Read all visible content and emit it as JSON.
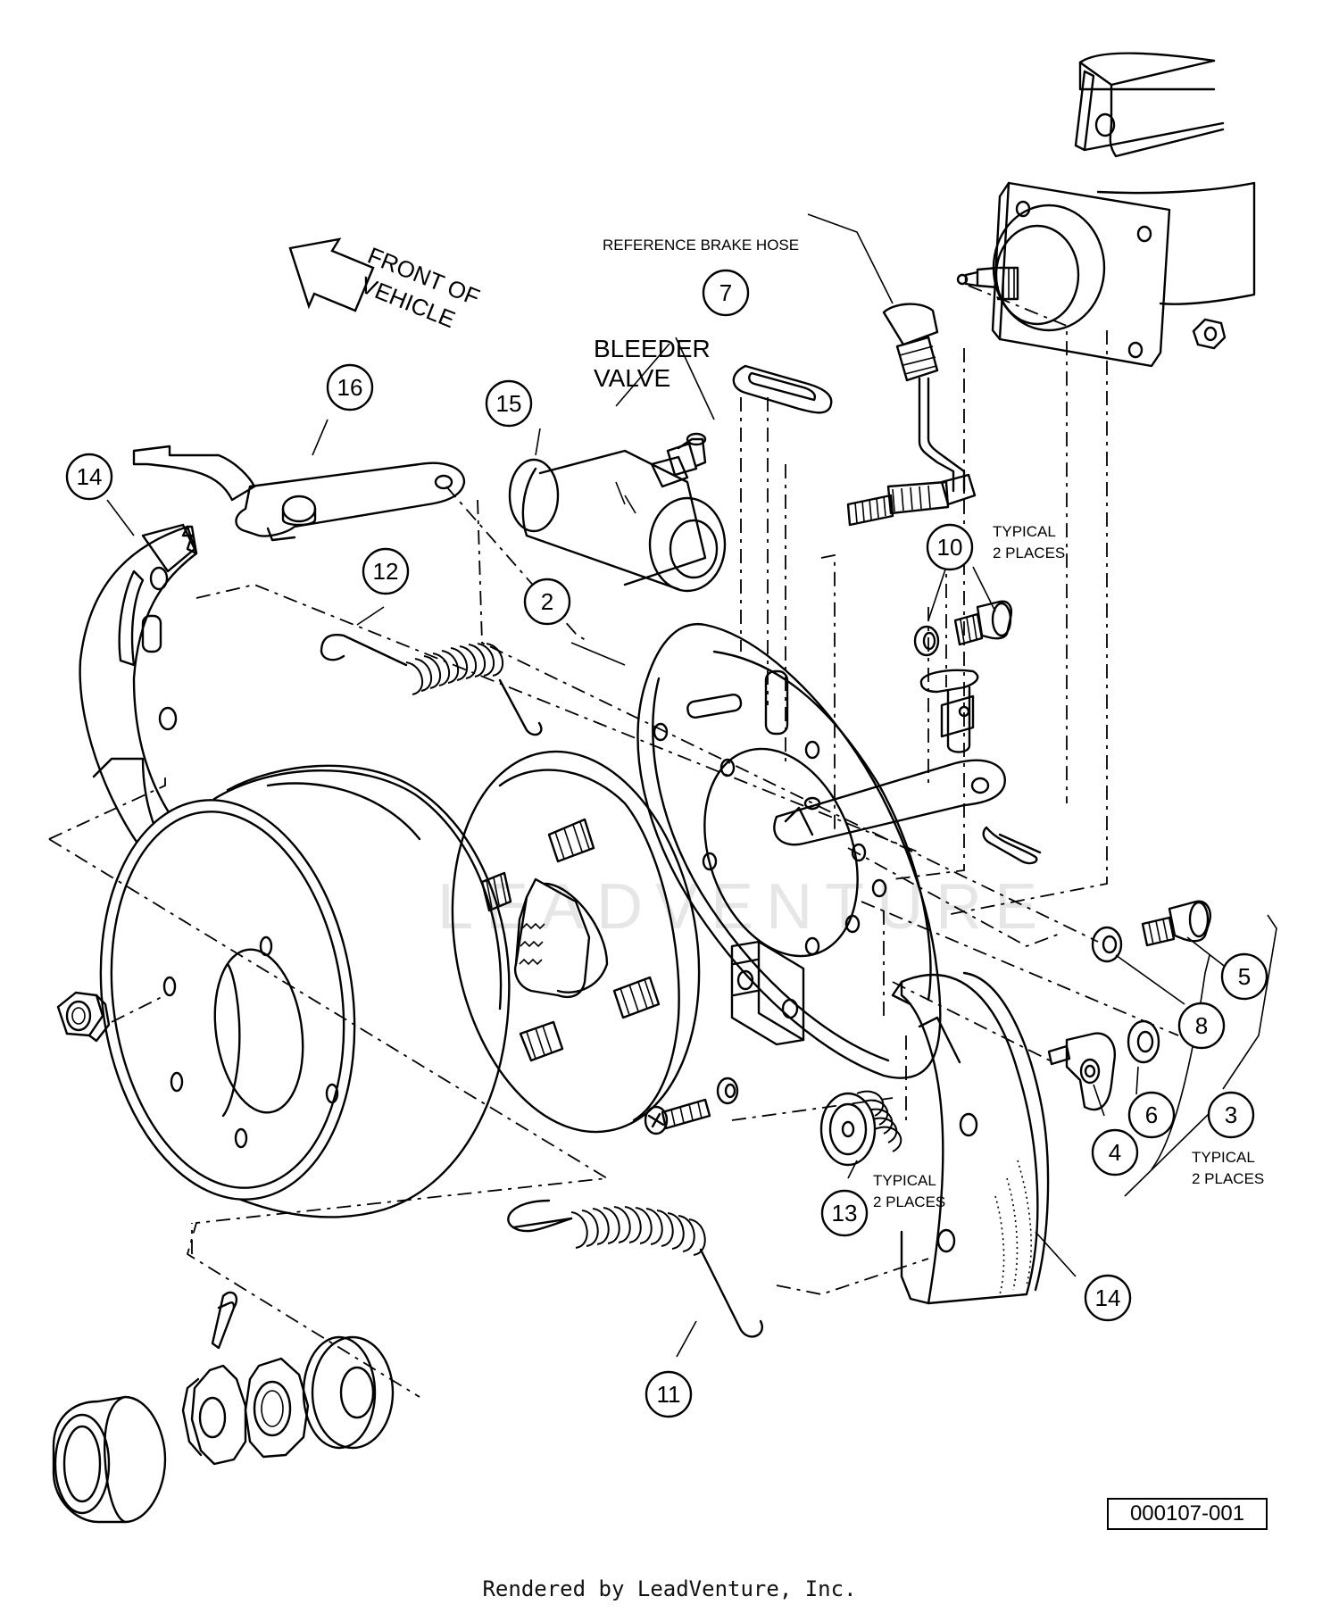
{
  "callouts": {
    "c2": "2",
    "c3": "3",
    "c4": "4",
    "c5": "5",
    "c6": "6",
    "c7": "7",
    "c8": "8",
    "c10": "10",
    "c11": "11",
    "c12": "12",
    "c13": "13",
    "c14a": "14",
    "c14b": "14",
    "c15": "15",
    "c16": "16"
  },
  "labels": {
    "reference_brake_hose": "REFERENCE BRAKE HOSE",
    "bleeder_line1": "BLEEDER",
    "bleeder_line2": "VALVE",
    "front_line1": "FRONT OF",
    "front_line2": "VEHICLE",
    "typical": "TYPICAL",
    "two_places": "2 PLACES"
  },
  "watermark": "LEADVENTURE",
  "document_number": "000107-001",
  "footer": "Rendered by LeadVenture, Inc."
}
